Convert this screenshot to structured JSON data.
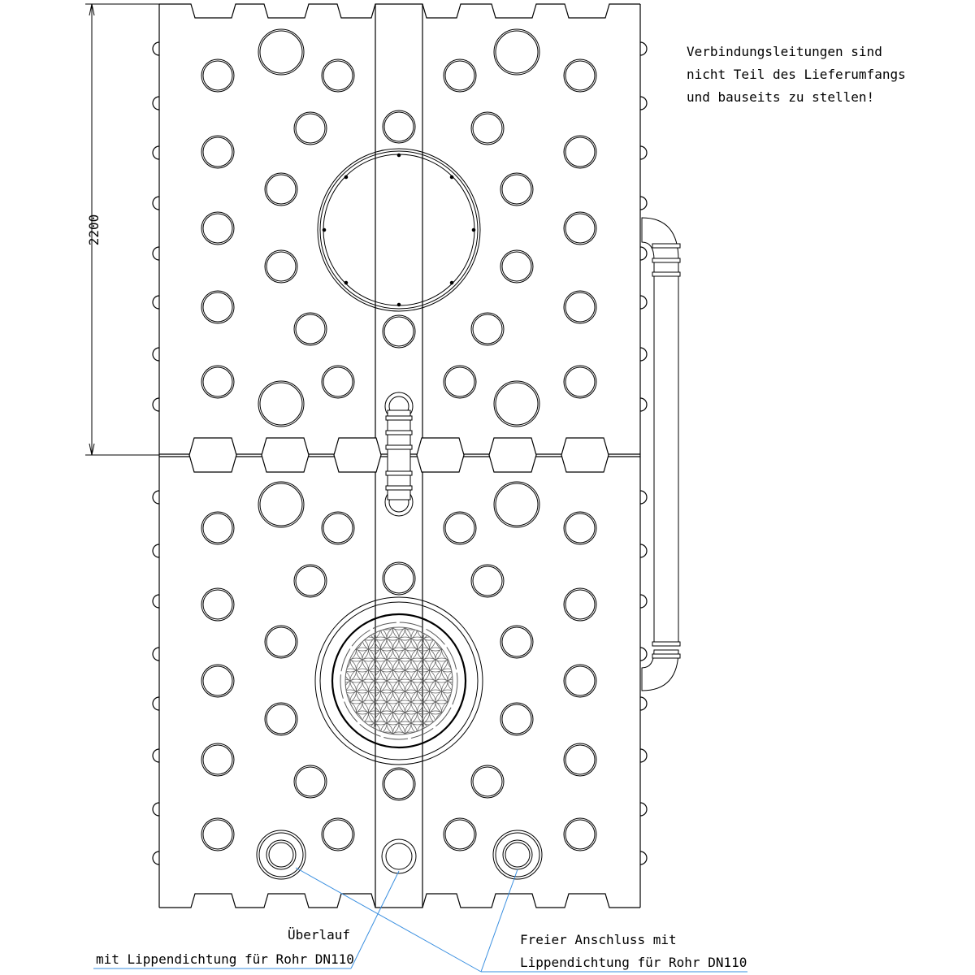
{
  "dimension": {
    "label": "2200"
  },
  "note": {
    "lines": [
      "Verbindungsleitungen sind",
      "nicht Teil des Lieferumfangs",
      "und bauseits zu stellen!"
    ]
  },
  "labels": {
    "overflow_title": "Überlauf",
    "overflow_detail": "mit Lippendichtung für Rohr DN110",
    "free_title": "Freier Anschluss mit",
    "free_detail": "Lippendichtung für Rohr DN110"
  },
  "colors": {
    "line": "#000000",
    "leader": "#3a8fe0"
  }
}
